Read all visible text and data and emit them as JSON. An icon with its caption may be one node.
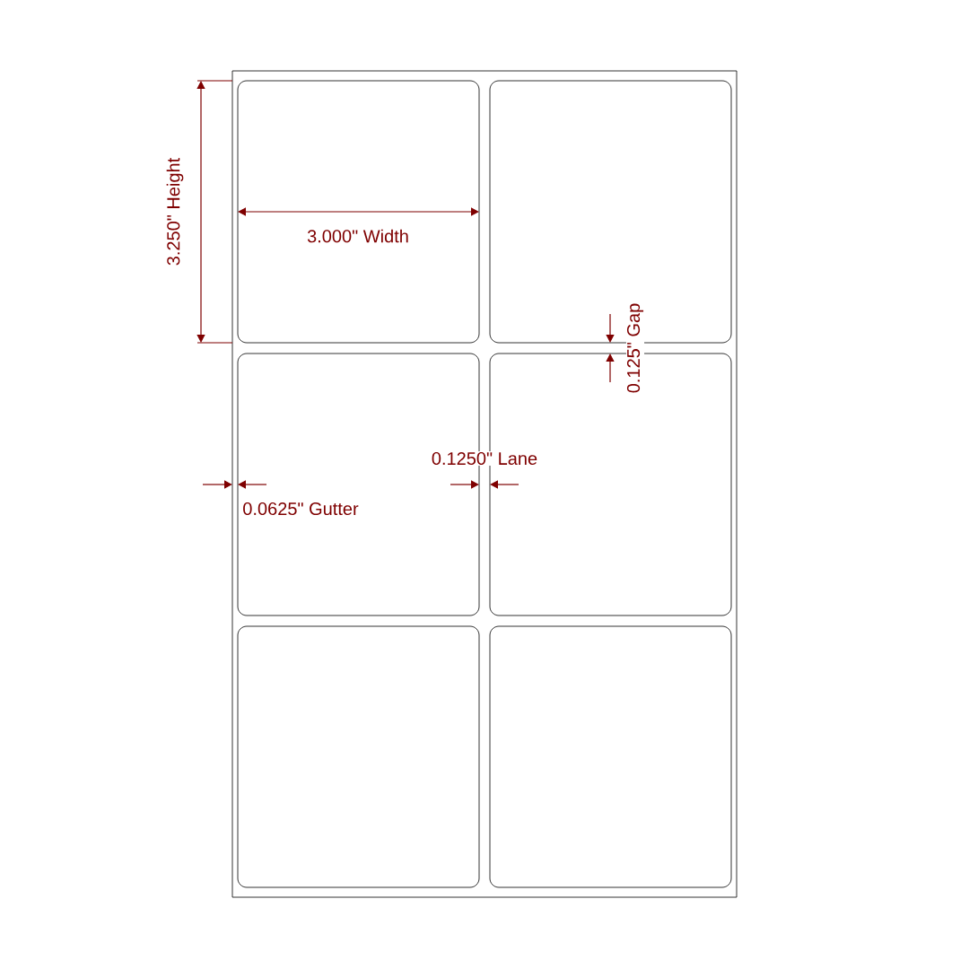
{
  "diagram": {
    "nodes": [
      {
        "text": [],
        "shape": "box"
      },
      {
        "text": [],
        "shape": "box",
        "in": 0
      },
      {
        "text": [],
        "shape": "box",
        "in": 0
      },
      {
        "text": [],
        "shape": "box",
        "in": 0
      },
      {
        "text": [],
        "shape": "box",
        "in": 0
      },
      {
        "text": [],
        "shape": "box",
        "in": 0
      },
      {
        "text": [],
        "shape": "box",
        "in": 0
      }
    ],
    "labels": [
      "3.250\" Height",
      "3.000\" Width",
      "0.125\" Gap",
      "0.1250\" Lane",
      "0.0625\" Gutter"
    ]
  }
}
